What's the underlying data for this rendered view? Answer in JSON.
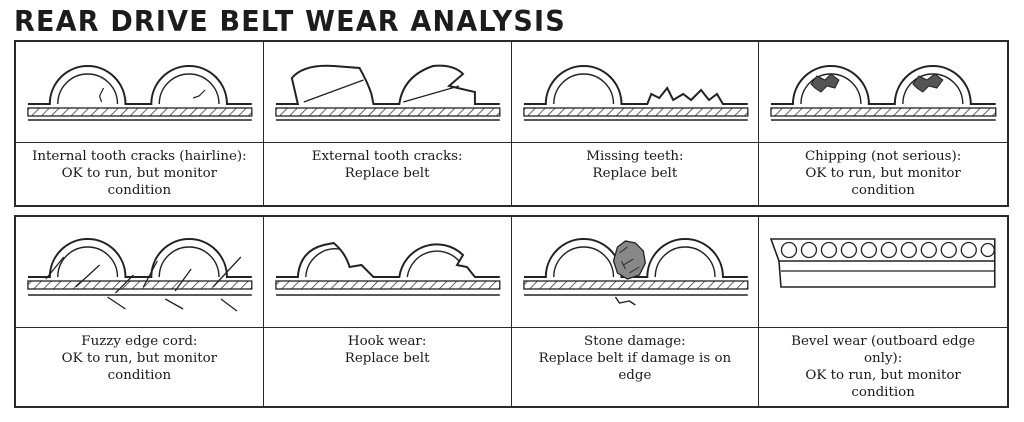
{
  "title": "REAR DRIVE BELT WEAR ANALYSIS",
  "rows": [
    [
      {
        "icon": "internal-tooth-cracks-diagram",
        "lines": [
          "Internal tooth cracks (hairline):",
          "OK to run, but monitor",
          "condition"
        ]
      },
      {
        "icon": "external-tooth-cracks-diagram",
        "lines": [
          "External tooth cracks:",
          "Replace belt"
        ]
      },
      {
        "icon": "missing-teeth-diagram",
        "lines": [
          "Missing teeth:",
          "Replace belt"
        ]
      },
      {
        "icon": "chipping-diagram",
        "lines": [
          "Chipping (not serious):",
          "OK to run, but monitor",
          "condition"
        ]
      }
    ],
    [
      {
        "icon": "fuzzy-edge-cord-diagram",
        "lines": [
          "Fuzzy edge cord:",
          "OK to run, but monitor",
          "condition"
        ]
      },
      {
        "icon": "hook-wear-diagram",
        "lines": [
          "Hook wear:",
          "Replace belt"
        ]
      },
      {
        "icon": "stone-damage-diagram",
        "lines": [
          "Stone damage:",
          "Replace belt if damage is on",
          "edge"
        ]
      },
      {
        "icon": "bevel-wear-diagram",
        "lines": [
          "Bevel wear (outboard edge",
          "only):",
          "OK to run, but monitor",
          "condition"
        ]
      }
    ]
  ]
}
